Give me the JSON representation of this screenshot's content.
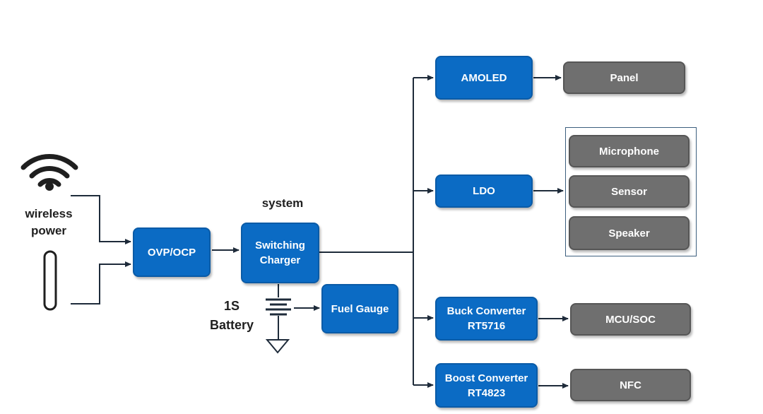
{
  "colors": {
    "block": "#0b6bc4",
    "device": "#6f6f6f",
    "wire": "#1e2b3a"
  },
  "labels": {
    "wireless_line1": "wireless",
    "wireless_line2": "power",
    "system": "system",
    "battery_line1": "1S",
    "battery_line2": "Battery"
  },
  "blocks": {
    "ovp": "OVP/OCP",
    "charger_line1": "Switching",
    "charger_line2": "Charger",
    "fuel_gauge": "Fuel Gauge",
    "amoled": "AMOLED",
    "ldo": "LDO",
    "buck_line1": "Buck Converter",
    "buck_line2": "RT5716",
    "boost_line1": "Boost Converter",
    "boost_line2": "RT4823"
  },
  "devices": {
    "panel": "Panel",
    "microphone": "Microphone",
    "sensor": "Sensor",
    "speaker": "Speaker",
    "mcu": "MCU/SOC",
    "nfc": "NFC"
  },
  "icons": [
    "wifi-icon",
    "usb-plug-icon",
    "battery-icon",
    "ground-icon"
  ]
}
